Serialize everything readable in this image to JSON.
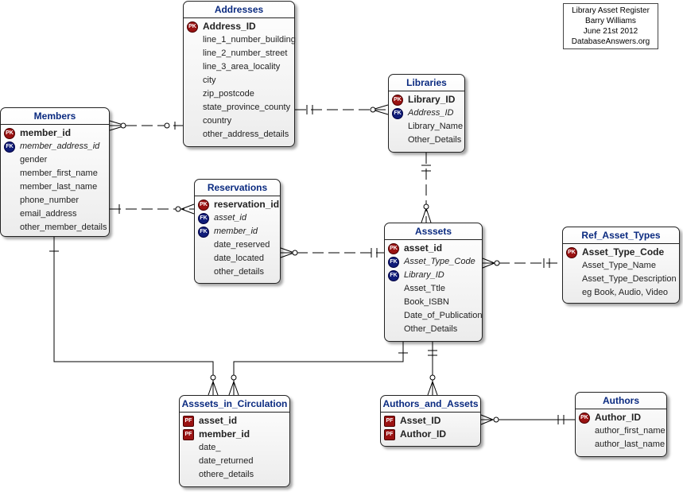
{
  "info": {
    "line1": "Library Asset Register",
    "line2": "Barry Williams",
    "line3": "June 21st 2012",
    "line4": "DatabaseAnswers.org"
  },
  "entities": {
    "addresses": {
      "title": "Addresses",
      "fields": [
        {
          "key": "PK",
          "name": "Address_ID"
        },
        {
          "key": "",
          "name": "line_1_number_building"
        },
        {
          "key": "",
          "name": "line_2_number_street"
        },
        {
          "key": "",
          "name": "line_3_area_locality"
        },
        {
          "key": "",
          "name": "city"
        },
        {
          "key": "",
          "name": "zip_postcode"
        },
        {
          "key": "",
          "name": "state_province_county"
        },
        {
          "key": "",
          "name": "country"
        },
        {
          "key": "",
          "name": "other_address_details"
        }
      ]
    },
    "members": {
      "title": "Members",
      "fields": [
        {
          "key": "PK",
          "name": "member_id"
        },
        {
          "key": "FK",
          "name": "member_address_id"
        },
        {
          "key": "",
          "name": "gender"
        },
        {
          "key": "",
          "name": "member_first_name"
        },
        {
          "key": "",
          "name": "member_last_name"
        },
        {
          "key": "",
          "name": "phone_number"
        },
        {
          "key": "",
          "name": "email_address"
        },
        {
          "key": "",
          "name": "other_member_details"
        }
      ]
    },
    "libraries": {
      "title": "Libraries",
      "fields": [
        {
          "key": "PK",
          "name": "Library_ID"
        },
        {
          "key": "FK",
          "name": "Address_ID"
        },
        {
          "key": "",
          "name": "Library_Name"
        },
        {
          "key": "",
          "name": "Other_Details"
        }
      ]
    },
    "reservations": {
      "title": "Reservations",
      "fields": [
        {
          "key": "PK",
          "name": "reservation_id"
        },
        {
          "key": "FK",
          "name": "asset_id"
        },
        {
          "key": "FK",
          "name": "member_id"
        },
        {
          "key": "",
          "name": "date_reserved"
        },
        {
          "key": "",
          "name": "date_located"
        },
        {
          "key": "",
          "name": "other_details"
        }
      ]
    },
    "assets": {
      "title": "Asssets",
      "fields": [
        {
          "key": "PK",
          "name": "asset_id"
        },
        {
          "key": "FK",
          "name": "Asset_Type_Code"
        },
        {
          "key": "FK",
          "name": "Library_ID"
        },
        {
          "key": "",
          "name": "Asset_Ttle"
        },
        {
          "key": "",
          "name": "Book_ISBN"
        },
        {
          "key": "",
          "name": "Date_of_Publication"
        },
        {
          "key": "",
          "name": "Other_Details"
        }
      ]
    },
    "ref_asset_types": {
      "title": "Ref_Asset_Types",
      "fields": [
        {
          "key": "PK",
          "name": "Asset_Type_Code"
        },
        {
          "key": "",
          "name": "Asset_Type_Name"
        },
        {
          "key": "",
          "name": "Asset_Type_Description"
        },
        {
          "key": "",
          "name": "eg Book, Audio, Video"
        }
      ]
    },
    "assets_in_circulation": {
      "title": "Asssets_in_Circulation",
      "fields": [
        {
          "key": "PF",
          "name": "asset_id"
        },
        {
          "key": "PF",
          "name": "member_id"
        },
        {
          "key": "",
          "name": "date_"
        },
        {
          "key": "",
          "name": "date_returned"
        },
        {
          "key": "",
          "name": "othere_details"
        }
      ]
    },
    "authors_and_assets": {
      "title": "Authors_and_Assets",
      "fields": [
        {
          "key": "PF",
          "name": "Asset_ID"
        },
        {
          "key": "PF",
          "name": "Author_ID"
        }
      ]
    },
    "authors": {
      "title": "Authors",
      "fields": [
        {
          "key": "PK",
          "name": "Author_ID"
        },
        {
          "key": "",
          "name": "author_first_name"
        },
        {
          "key": "",
          "name": "author_last_name"
        }
      ]
    }
  }
}
